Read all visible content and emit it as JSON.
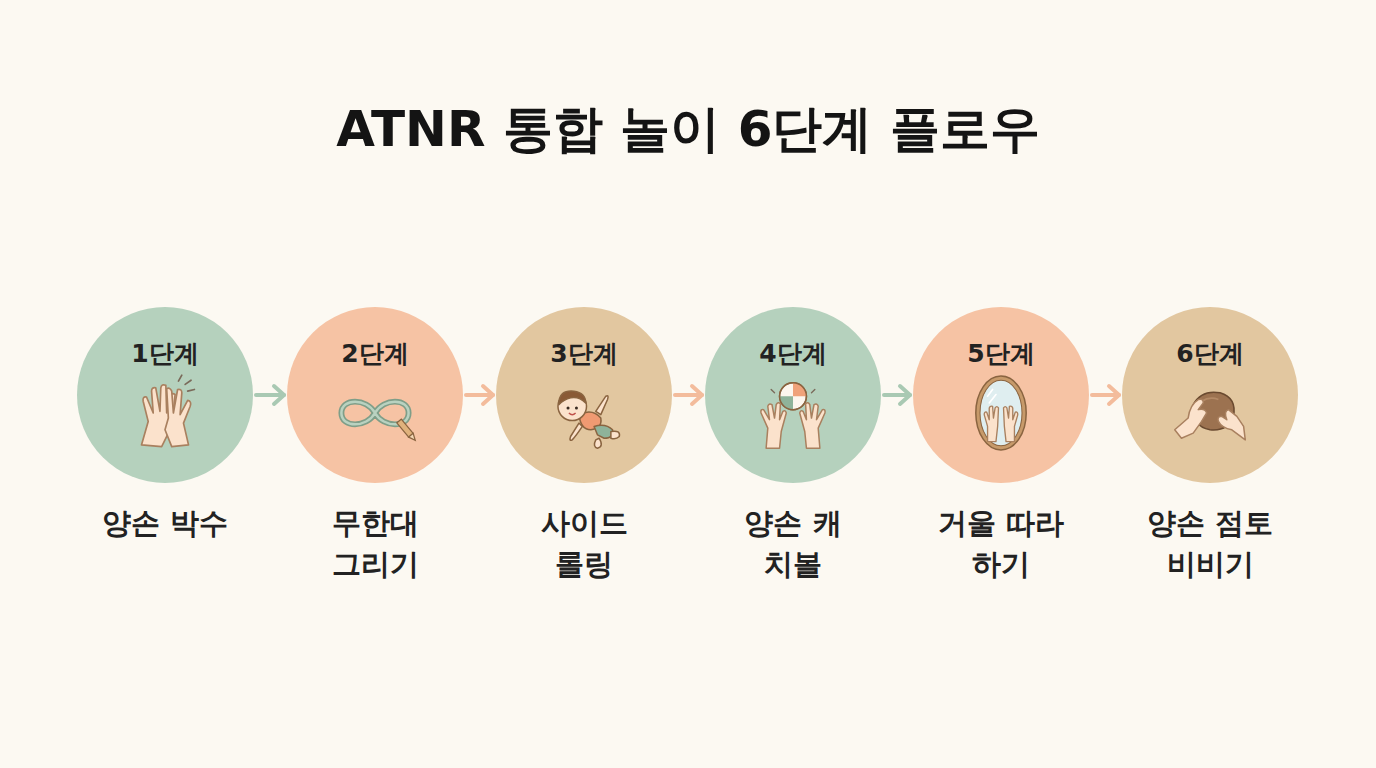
{
  "diagram": {
    "title": "ATNR 통합 놀이 6단계 플로우",
    "nodes": [
      {
        "text": [
          "1단계",
          "양손 박수"
        ]
      },
      {
        "text": [
          "2단계",
          "무한대 그리기"
        ]
      },
      {
        "text": [
          "3단계",
          "사이드 롤링"
        ]
      },
      {
        "text": [
          "4단계",
          "양손 캐치볼"
        ]
      },
      {
        "text": [
          "5단계",
          "거울 따라 하기"
        ]
      },
      {
        "text": [
          "6단계",
          "양손 점토 비비기"
        ]
      }
    ],
    "edges": [
      {
        "from": 0,
        "to": 1,
        "arrow": "to"
      },
      {
        "from": 1,
        "to": 2,
        "arrow": "to"
      },
      {
        "from": 2,
        "to": 3,
        "arrow": "to"
      },
      {
        "from": 3,
        "to": 4,
        "arrow": "to"
      },
      {
        "from": 4,
        "to": 5,
        "arrow": "to"
      }
    ]
  }
}
